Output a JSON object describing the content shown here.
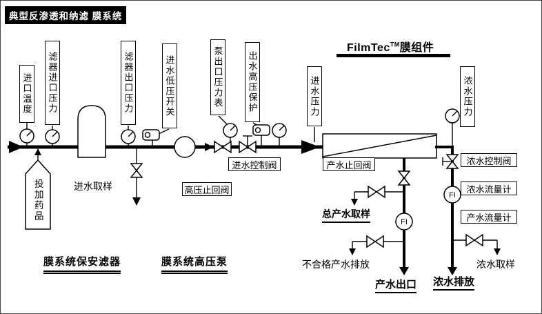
{
  "title": "典型反渗透和纳滤 膜系统",
  "instrument_labels": {
    "inlet_temperature": "进口温度",
    "filter_inlet_pressure": "滤器进口压力",
    "filter_outlet_pressure": "滤器出口压力",
    "feed_low_pressure_switch": "进水低压开关",
    "pump_outlet_pressure_gauge": "泵出口压力表",
    "outlet_high_pressure_protection": "出水高压保护",
    "feed_pressure": "进水压力",
    "concentrate_pressure": "浓水压力"
  },
  "component_labels": {
    "filmtec_brand": "FilmTec",
    "filmtec_tm": "TM",
    "filmtec_suffix": "膜组件",
    "chemical_dosing": "投加药品",
    "feed_sampling": "进水取样",
    "high_pressure_check_valve": "高压止回阀",
    "feed_control_valve": "进水控制阀",
    "product_check_valve": "产水止回阀",
    "total_product_sampling": "总产水取样",
    "offspec_product_discharge": "不合格产水排放",
    "product_outlet": "产水出口",
    "concentrate_discharge": "浓水排放",
    "concentrate_control_valve": "浓水控制阀",
    "concentrate_flow_meter": "浓水流量计",
    "product_flow_meter": "产水流量计",
    "concentrate_sampling": "浓水取样",
    "security_filter": "膜系统保安滤器",
    "high_pressure_pump": "膜系统高压泵"
  },
  "indicators": {
    "flow_indicator": "FI"
  }
}
